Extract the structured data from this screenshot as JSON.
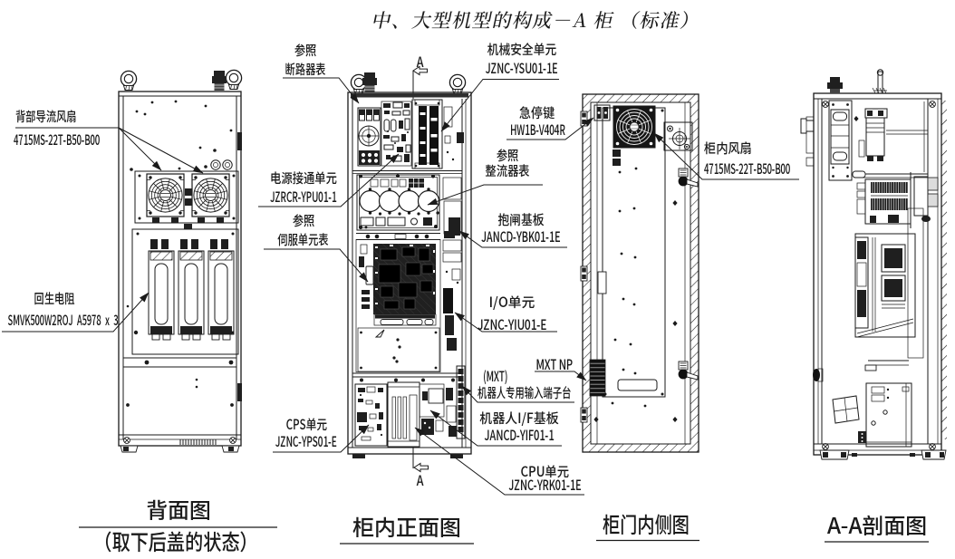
{
  "title": "中、大型机型的构成－A 柜 （标准）",
  "section_marker": "A",
  "labels": {
    "ref_breaker": {
      "line1": "参照",
      "line2": "断路器表"
    },
    "safety_unit": {
      "line1": "机械安全单元",
      "line2": "JZNC-YSU01-1E"
    },
    "estop_key": {
      "line1": "急停键",
      "line2": "HW1B-V404R"
    },
    "door_fan": {
      "line1": "柜内风扇",
      "line2": "4715MS-22T-B50-B00"
    },
    "power_on_unit": {
      "line1": "电源接通单元",
      "line2": "JZRCR-YPU01-1"
    },
    "ref_rectifier": {
      "line1": "参照",
      "line2": "整流器表"
    },
    "ref_servo": {
      "line1": "参照",
      "line2": "伺服单元表"
    },
    "brake_board": {
      "line1": "抱闸基板",
      "line2": "JANCD-YBK01-1E"
    },
    "rear_fans": {
      "line1": "背部导流风扇",
      "line2": "4715MS-22T-B50-B00"
    },
    "regen_resistor": {
      "line1": "回生电阻",
      "line2": "SMVK500W2ROJ A5978 x 3"
    },
    "io_unit": {
      "line1": "I/O单元",
      "line2": "JZNC-YIU01-E"
    },
    "mxt_np": {
      "line1": "MXT NP"
    },
    "mxt_terminal": {
      "line1": "(MXT)",
      "line2": "机器人专用输入端子台"
    },
    "if_board": {
      "line1": "机器人I/F基板",
      "line2": "JANCD-YIF01-1"
    },
    "cpu_unit": {
      "line1": "CPU单元",
      "line2": "JZNC-YRK01-1E"
    },
    "cps_unit": {
      "line1": "CPS单元",
      "line2": "JZNC-YPS01-E"
    }
  },
  "captions": {
    "rear": {
      "text": "背面图",
      "note": "（取下后盖的状态）"
    },
    "front": {
      "text": "柜内正面图"
    },
    "door": {
      "text": "柜门内侧图"
    },
    "section": {
      "text": "A-A剖面图"
    }
  }
}
